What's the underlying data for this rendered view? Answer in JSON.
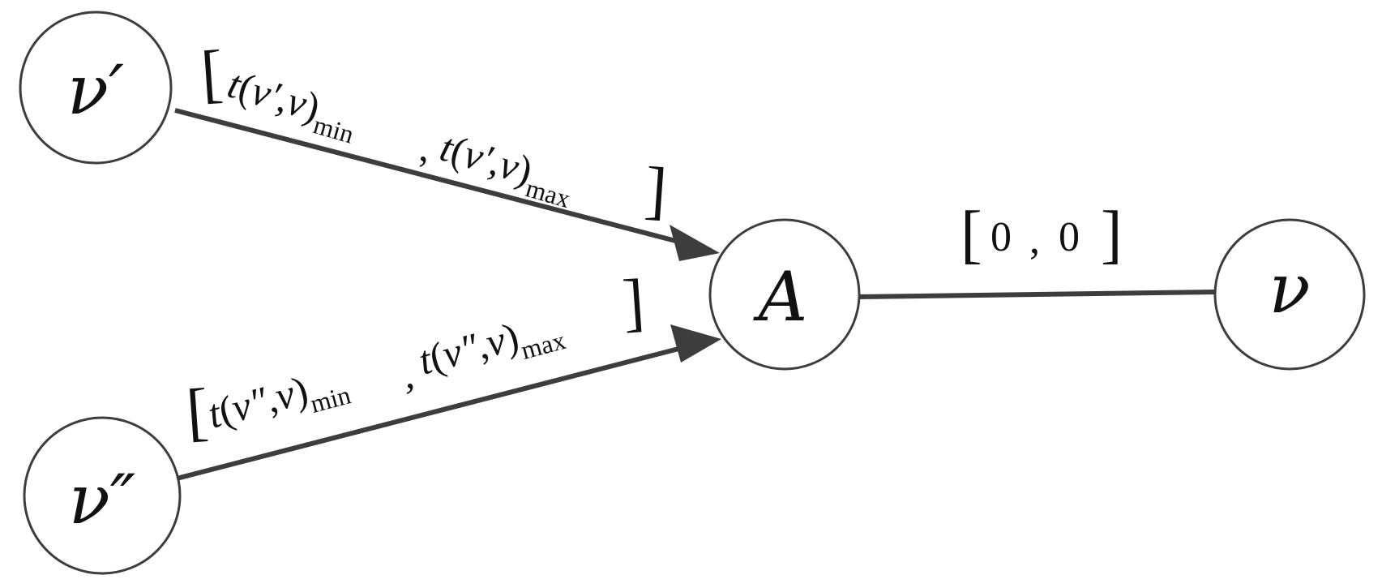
{
  "nodes": {
    "v_prime": {
      "label": "ν′"
    },
    "v_double_prime": {
      "label": "ν″"
    },
    "a": {
      "label": "A"
    },
    "v": {
      "label": "ν"
    }
  },
  "edges": {
    "v_prime_to_a": {
      "bracket_open": "[",
      "bracket_close": "]",
      "t": "t",
      "paren_open": "(",
      "source": "ν′",
      "comma": ",",
      "target": "ν",
      "paren_close": ")",
      "sub_min": "min",
      "separator": ",",
      "sub_max": "max"
    },
    "v_double_prime_to_a": {
      "bracket_open": "[",
      "bracket_close": "]",
      "t": "t",
      "paren_open": "(",
      "source": "ν″",
      "comma": ",",
      "target": "ν",
      "paren_close": ")",
      "sub_min": "min",
      "separator": ",",
      "sub_max": "max"
    },
    "a_to_v": {
      "bracket_open": "[",
      "bracket_close": "]",
      "lower": "0",
      "separator": ",",
      "upper": "0"
    }
  },
  "colors": {
    "stroke": "#3d3d3d",
    "text": "#111111",
    "background": "#ffffff"
  }
}
